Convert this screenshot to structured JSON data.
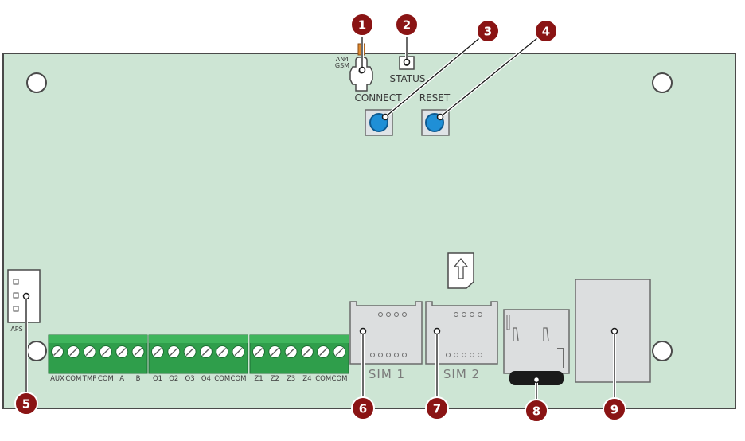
{
  "board": {
    "antenna_label_line1": "AN4",
    "antenna_label_line2": "GSM",
    "status_label": "STATUS",
    "connect_label": "CONNECT",
    "reset_label": "RESET",
    "aps_label": "APS",
    "sim1_label": "SIM 1",
    "sim2_label": "SIM 2"
  },
  "terminal_blocks": [
    {
      "id": "block-1",
      "labels": [
        "AUX",
        "COM",
        "TMP",
        "COM",
        "A",
        "B"
      ]
    },
    {
      "id": "block-2",
      "labels": [
        "O1",
        "O2",
        "O3",
        "O4",
        "COM",
        "COM"
      ]
    },
    {
      "id": "block-3",
      "labels": [
        "Z1",
        "Z2",
        "Z3",
        "Z4",
        "COM",
        "COM"
      ]
    }
  ],
  "callouts": [
    "1",
    "2",
    "3",
    "4",
    "5",
    "6",
    "7",
    "8",
    "9"
  ],
  "colors": {
    "board": "#cde5d4",
    "board_border": "#4a4a4a",
    "terminal_green": "#2f9e4b",
    "callout": "#8a1414",
    "button_blue": "#1f8fd6"
  }
}
